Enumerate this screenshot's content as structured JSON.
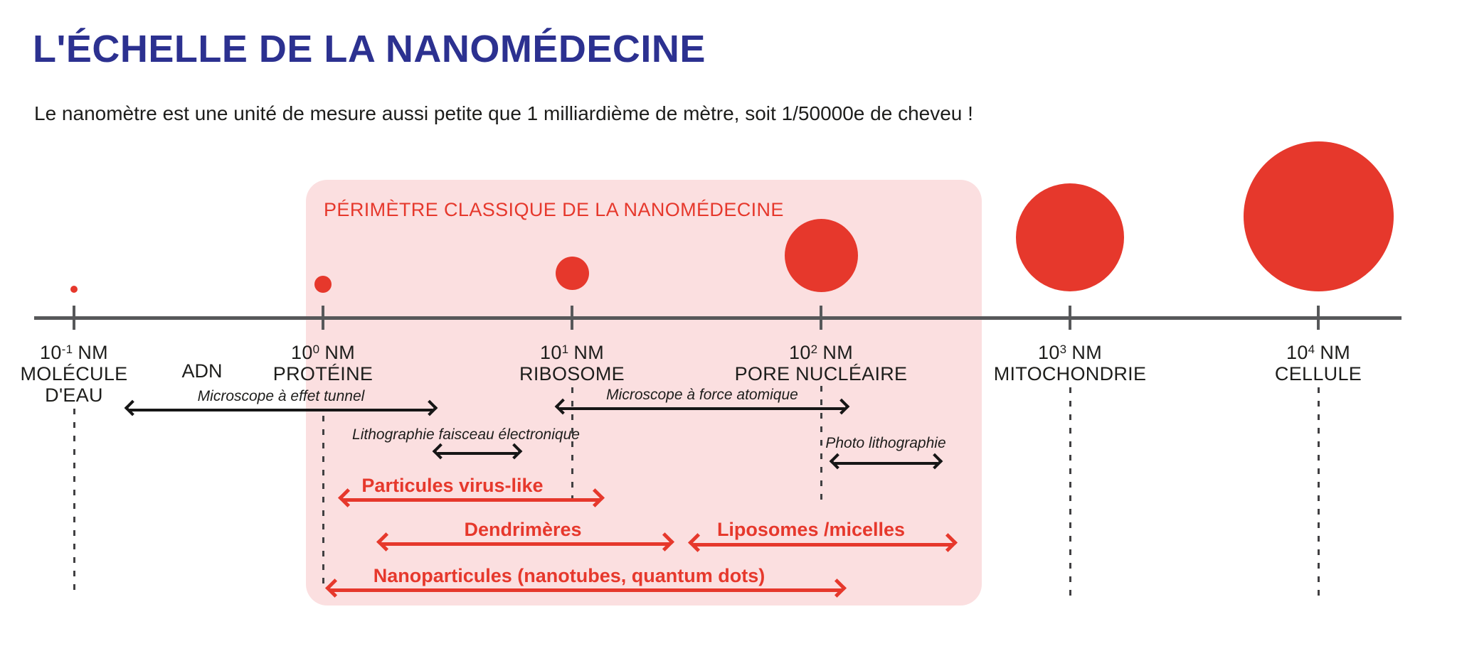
{
  "colors": {
    "accent_red": "#e6382c",
    "title_blue": "#2c3190",
    "pink_panel": "#fbdfe0",
    "axis_gray": "#57585a",
    "text_dark": "#1d1d1b"
  },
  "header": {
    "title": "L'ÉCHELLE DE LA NANOMÉDECINE",
    "subtitle": "Le nanomètre est une unité de mesure aussi petite que 1 milliardième de mètre, soit 1/50000e de cheveu !"
  },
  "perimeter": {
    "label": "PÉRIMÈTRE CLASSIQUE DE LA NANOMÉDECINE"
  },
  "scale": {
    "between_label": "ADN",
    "ticks": [
      {
        "base": "10",
        "exp": "-1",
        "unit": "NM",
        "lines": [
          "MOLÉCULE",
          "D'EAU"
        ]
      },
      {
        "base": "10",
        "exp": "0",
        "unit": "NM",
        "lines": [
          "PROTÉINE"
        ]
      },
      {
        "base": "10",
        "exp": "1",
        "unit": "NM",
        "lines": [
          "RIBOSOME"
        ]
      },
      {
        "base": "10",
        "exp": "2",
        "unit": "NM",
        "lines": [
          "PORE NUCLÉAIRE"
        ]
      },
      {
        "base": "10",
        "exp": "3",
        "unit": "NM",
        "lines": [
          "MITOCHONDRIE"
        ]
      },
      {
        "base": "10",
        "exp": "4",
        "unit": "NM",
        "lines": [
          "CELLULE"
        ]
      }
    ]
  },
  "techniques": [
    {
      "label": "Microscope à effet tunnel"
    },
    {
      "label": "Lithographie faisceau électronique"
    },
    {
      "label": "Microscope à force atomique"
    },
    {
      "label": "Photo lithographie"
    }
  ],
  "applications": [
    {
      "label": "Particules virus-like"
    },
    {
      "label": "Dendrimères"
    },
    {
      "label": "Liposomes /micelles"
    },
    {
      "label": "Nanoparticules (nanotubes, quantum dots)"
    }
  ]
}
